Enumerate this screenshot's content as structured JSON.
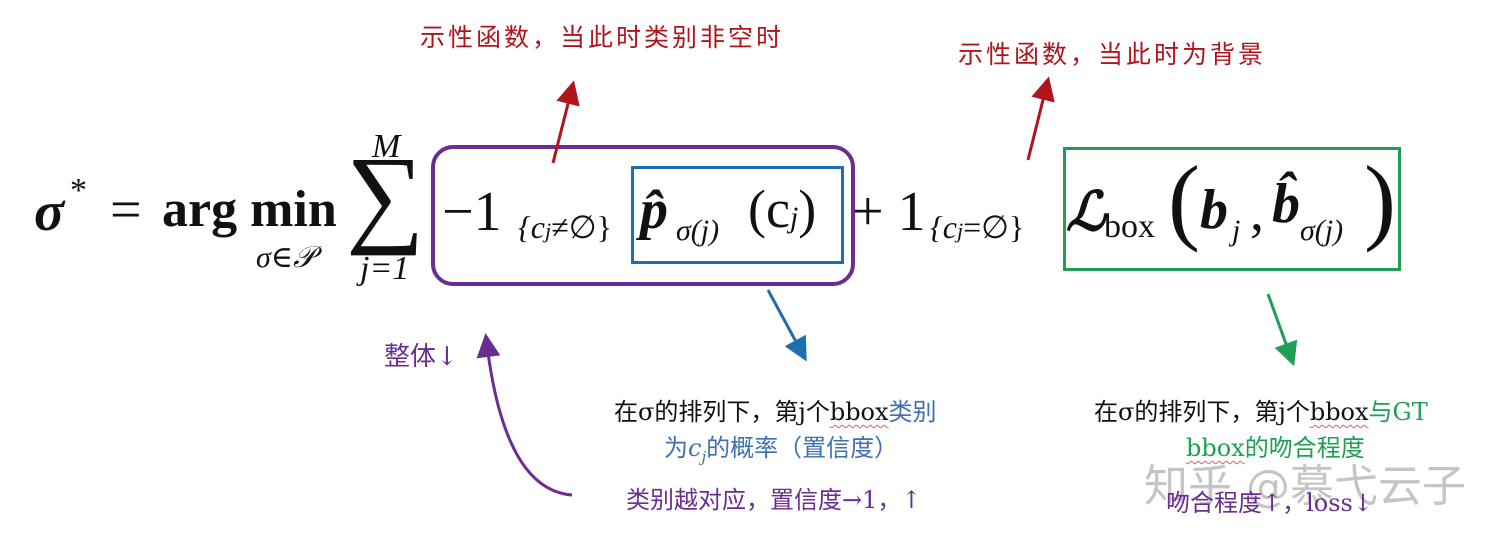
{
  "annotations": {
    "top_left": "示性函数，当此时类别非空时",
    "top_right": "示性函数，当此时为背景",
    "overall": "整体↓",
    "class_desc_line1_black": "在σ的排列下，第j个",
    "class_desc_bbox": "bbox",
    "class_desc_line1_blue": "类别",
    "class_desc_line2_prefix": "为",
    "class_desc_line2_var": "c",
    "class_desc_line2_sub": "j",
    "class_desc_line2_rest": "的概率（置信度）",
    "class_conclusion": "类别越对应，置信度→1，↑",
    "box_desc_line1_black": "在σ的排列下，第j个",
    "box_desc_bbox": "bbox",
    "box_desc_line1_green": "与GT",
    "box_desc_line2_bbox": "bbox",
    "box_desc_line2_rest": "的吻合程度",
    "box_conclusion": "吻合程度↑，loss↓"
  },
  "formula": {
    "lhs": "σ",
    "lhs_sup": "*",
    "equals": "=",
    "argmin": "arg min",
    "argmin_sub": "σ∈𝒫",
    "sum": "∑",
    "sum_top": "M",
    "sum_bottom": "j=1",
    "term1_minus_one": "−1",
    "term1_sub": "{c",
    "term1_sub_j": "j",
    "term1_sub_rest": "≠∅}",
    "p_hat": "p̂",
    "p_sub": "σ(j)",
    "p_arg": "(c",
    "p_arg_j": "j",
    "p_arg_close": ")",
    "plus_one": "+ 1",
    "term2_sub": "{c",
    "term2_sub_j": "j",
    "term2_sub_rest": "=∅}",
    "loss_L": "ℒ",
    "loss_sub": "box",
    "open_paren": "(",
    "b": "b",
    "b_sub": "j",
    "comma": ",",
    "b_hat": "b̂",
    "b_hat_sub": "σ(j)",
    "close_paren": ")"
  },
  "watermark": "知乎 @慕弋云子",
  "colors": {
    "red": "#b0141d",
    "purple": "#6b2d8f",
    "blue": "#1f6fb0",
    "green": "#1f9e55"
  }
}
